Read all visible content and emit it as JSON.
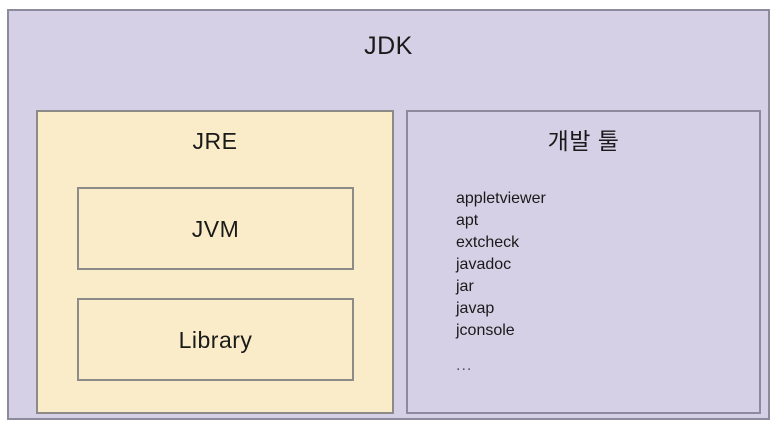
{
  "diagram": {
    "title": "JDK",
    "outer": {
      "label": "JDK",
      "fill": "#d5d0e5",
      "border": "#8d8a9b"
    },
    "jre": {
      "label": "JRE",
      "fill": "#faecc8",
      "border": "#8d8a8a",
      "components": [
        {
          "label": "JVM"
        },
        {
          "label": "Library"
        }
      ]
    },
    "dev_tools": {
      "label": "개발 툴",
      "fill": "#d5d0e5",
      "border": "#8d8a9b",
      "items": [
        "appletviewer",
        "apt",
        "extcheck",
        "javadoc",
        "jar",
        "javap",
        "jconsole"
      ],
      "ellipsis": "..."
    }
  }
}
